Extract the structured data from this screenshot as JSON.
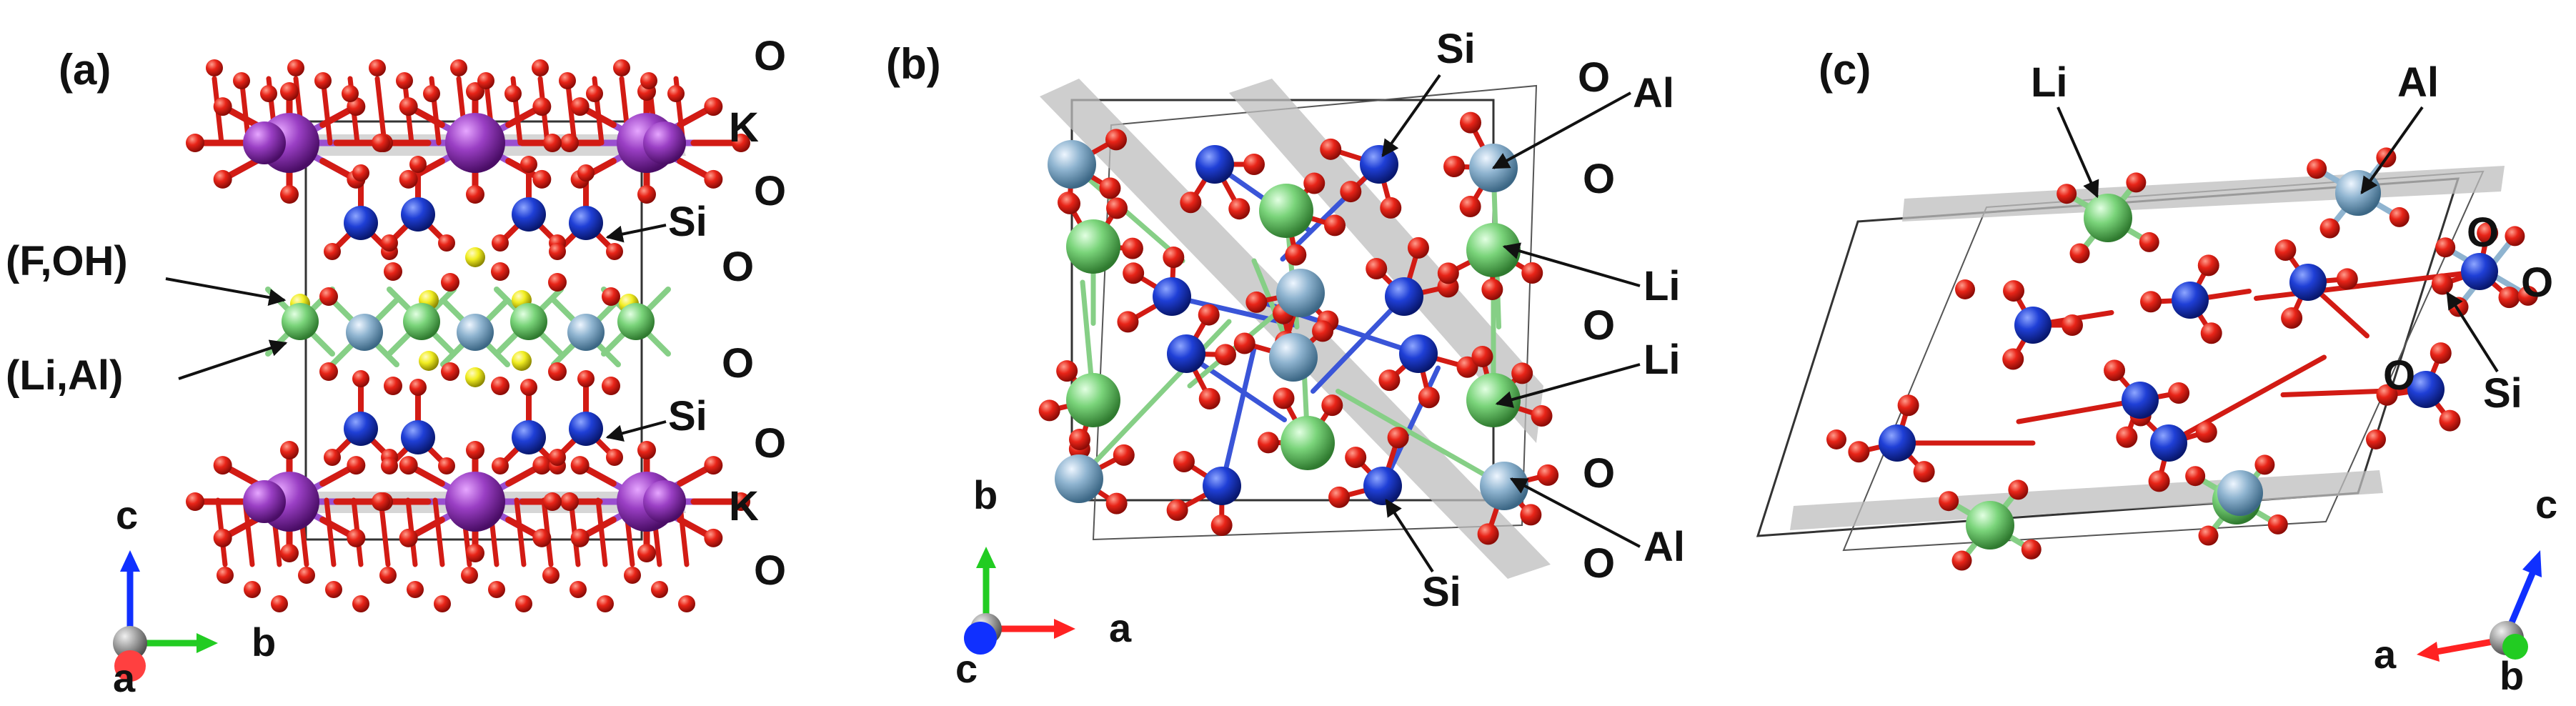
{
  "panels": [
    {
      "label": "(a)",
      "atom_labels": [
        "O",
        "K",
        "O",
        "Si",
        "O",
        "O",
        "Si",
        "O",
        "K",
        "O",
        "(F,OH)",
        "(Li,Al)"
      ],
      "axes": {
        "up": "c",
        "right": "b",
        "out": "a"
      }
    },
    {
      "label": "(b)",
      "atom_labels": [
        "Si",
        "O",
        "Al",
        "O",
        "Li",
        "O",
        "Li",
        "O",
        "Al",
        "O",
        "Si"
      ],
      "axes": {
        "up": "b",
        "right": "a",
        "out": "c"
      }
    },
    {
      "label": "(c)",
      "atom_labels": [
        "Li",
        "Al",
        "O",
        "O",
        "O",
        "Si"
      ],
      "axes": {
        "up": "c",
        "left": "a",
        "out": "b"
      }
    }
  ],
  "colors": {
    "O": "#e0201c",
    "K": "#9a3fc4",
    "Si": "#1f3fd6",
    "Li": "#7ad47a",
    "Al": "#8fb4d0",
    "F_OH": "#f2ee22",
    "axis_x": "#ff2222",
    "axis_y": "#22cc22",
    "axis_z": "#1030ff",
    "plane": "#bdbdbd"
  }
}
